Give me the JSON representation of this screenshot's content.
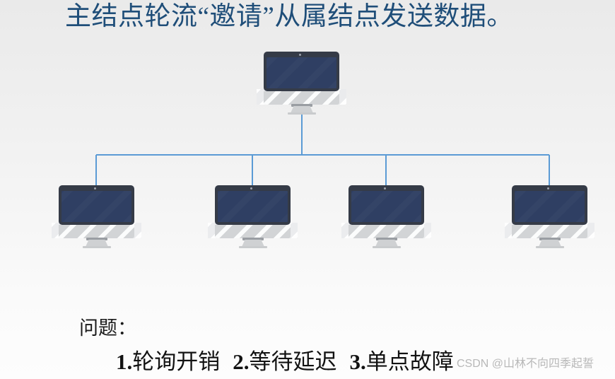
{
  "slide": {
    "title": "主结点轮流“邀请”从属结点发送数据。",
    "title_color": "#1f4e79",
    "background_top_color": "#eaeaea",
    "background_bottom_color": "#fdfdfd"
  },
  "diagram": {
    "name": "polling-topology-diagram",
    "connector_color": "#5b9bd5",
    "master": {
      "label": "master-node",
      "screen_color": "#2f3f63",
      "frame_color": "#353b47",
      "bezel_color": "#d2d4d6"
    },
    "slaves": [
      {
        "label": "slave-node-1"
      },
      {
        "label": "slave-node-2"
      },
      {
        "label": "slave-node-3"
      },
      {
        "label": "slave-node-4"
      }
    ]
  },
  "notes": {
    "heading": "问题：",
    "items": [
      {
        "number": "1.",
        "text": "轮询开销"
      },
      {
        "number": "2.",
        "text": "等待延迟"
      },
      {
        "number": "3.",
        "text": "单点故障"
      }
    ]
  },
  "watermark": {
    "text": "CSDN @山林不向四季起誓"
  }
}
